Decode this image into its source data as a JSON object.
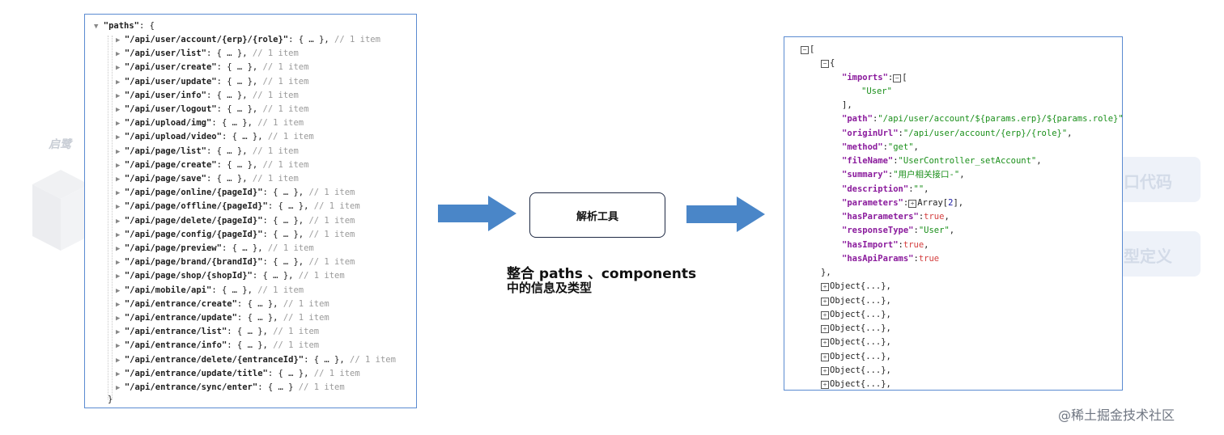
{
  "left_panel": {
    "root_key": "\"paths\"",
    "root_open": ": {",
    "close": "}",
    "items": [
      {
        "path": "\"/api/user/account/{erp}/{role}\"",
        "comment": "// 1 item"
      },
      {
        "path": "\"/api/user/list\"",
        "comment": "// 1 item"
      },
      {
        "path": "\"/api/user/create\"",
        "comment": "// 1 item"
      },
      {
        "path": "\"/api/user/update\"",
        "comment": "// 1 item"
      },
      {
        "path": "\"/api/user/info\"",
        "comment": "// 1 item"
      },
      {
        "path": "\"/api/user/logout\"",
        "comment": "// 1 item"
      },
      {
        "path": "\"/api/upload/img\"",
        "comment": "// 1 item"
      },
      {
        "path": "\"/api/upload/video\"",
        "comment": "// 1 item"
      },
      {
        "path": "\"/api/page/list\"",
        "comment": "// 1 item"
      },
      {
        "path": "\"/api/page/create\"",
        "comment": "// 1 item"
      },
      {
        "path": "\"/api/page/save\"",
        "comment": "// 1 item"
      },
      {
        "path": "\"/api/page/online/{pageId}\"",
        "comment": "// 1 item"
      },
      {
        "path": "\"/api/page/offline/{pageId}\"",
        "comment": "// 1 item"
      },
      {
        "path": "\"/api/page/delete/{pageId}\"",
        "comment": "// 1 item"
      },
      {
        "path": "\"/api/page/config/{pageId}\"",
        "comment": "// 1 item"
      },
      {
        "path": "\"/api/page/preview\"",
        "comment": "// 1 item"
      },
      {
        "path": "\"/api/page/brand/{brandId}\"",
        "comment": "// 1 item"
      },
      {
        "path": "\"/api/page/shop/{shopId}\"",
        "comment": "// 1 item"
      },
      {
        "path": "\"/api/mobile/api\"",
        "comment": "// 1 item"
      },
      {
        "path": "\"/api/entrance/create\"",
        "comment": "// 1 item"
      },
      {
        "path": "\"/api/entrance/update\"",
        "comment": "// 1 item"
      },
      {
        "path": "\"/api/entrance/list\"",
        "comment": "// 1 item"
      },
      {
        "path": "\"/api/entrance/info\"",
        "comment": "// 1 item"
      },
      {
        "path": "\"/api/entrance/delete/{entranceId}\"",
        "comment": "// 1 item"
      },
      {
        "path": "\"/api/entrance/update/title\"",
        "comment": "// 1 item"
      },
      {
        "path": "\"/api/entrance/sync/enter\"",
        "comment": "// 1 item",
        "last": true
      }
    ]
  },
  "tool": {
    "label": "解析工具",
    "caption_line1": "整合 paths 、components",
    "caption_line2": "中的信息及类型"
  },
  "right_panel": {
    "lines": [
      {
        "indent": 0,
        "segs": [
          [
            "tog",
            "−"
          ],
          [
            "p",
            "["
          ]
        ]
      },
      {
        "indent": 1,
        "segs": [
          [
            "tog",
            "−"
          ],
          [
            "p",
            "{"
          ]
        ]
      },
      {
        "indent": 2,
        "segs": [
          [
            "k",
            "\"imports\""
          ],
          [
            "p",
            ":"
          ],
          [
            "tog",
            "−"
          ],
          [
            "p",
            "["
          ]
        ]
      },
      {
        "indent": 3,
        "segs": [
          [
            "s",
            "\"User\""
          ]
        ]
      },
      {
        "indent": 2,
        "segs": [
          [
            "p",
            "],"
          ]
        ]
      },
      {
        "indent": 2,
        "segs": [
          [
            "k",
            "\"path\""
          ],
          [
            "p",
            ":"
          ],
          [
            "s",
            "\"/api/user/account/${params.erp}/${params.role}\""
          ],
          [
            "p",
            ","
          ]
        ]
      },
      {
        "indent": 2,
        "segs": [
          [
            "k",
            "\"originUrl\""
          ],
          [
            "p",
            ":"
          ],
          [
            "s",
            "\"/api/user/account/{erp}/{role}\""
          ],
          [
            "p",
            ","
          ]
        ]
      },
      {
        "indent": 2,
        "segs": [
          [
            "k",
            "\"method\""
          ],
          [
            "p",
            ":"
          ],
          [
            "s",
            "\"get\""
          ],
          [
            "p",
            ","
          ]
        ]
      },
      {
        "indent": 2,
        "segs": [
          [
            "k",
            "\"fileName\""
          ],
          [
            "p",
            ":"
          ],
          [
            "s",
            "\"UserController_setAccount\""
          ],
          [
            "p",
            ","
          ]
        ]
      },
      {
        "indent": 2,
        "segs": [
          [
            "k",
            "\"summary\""
          ],
          [
            "p",
            ":"
          ],
          [
            "s",
            "\"用户相关接口-\""
          ],
          [
            "p",
            ","
          ]
        ]
      },
      {
        "indent": 2,
        "segs": [
          [
            "k",
            "\"description\""
          ],
          [
            "p",
            ":"
          ],
          [
            "s",
            "\"\""
          ],
          [
            "p",
            ","
          ]
        ]
      },
      {
        "indent": 2,
        "segs": [
          [
            "k",
            "\"parameters\""
          ],
          [
            "p",
            ":"
          ],
          [
            "tog",
            "+"
          ],
          [
            "p",
            "Array["
          ],
          [
            "n",
            "2"
          ],
          [
            "p",
            "],"
          ]
        ]
      },
      {
        "indent": 2,
        "segs": [
          [
            "k",
            "\"hasParameters\""
          ],
          [
            "p",
            ":"
          ],
          [
            "b",
            "true"
          ],
          [
            "p",
            ","
          ]
        ]
      },
      {
        "indent": 2,
        "segs": [
          [
            "k",
            "\"responseType\""
          ],
          [
            "p",
            ":"
          ],
          [
            "s",
            "\"User\""
          ],
          [
            "p",
            ","
          ]
        ]
      },
      {
        "indent": 2,
        "segs": [
          [
            "k",
            "\"hasImport\""
          ],
          [
            "p",
            ":"
          ],
          [
            "b",
            "true"
          ],
          [
            "p",
            ","
          ]
        ]
      },
      {
        "indent": 2,
        "segs": [
          [
            "k",
            "\"hasApiParams\""
          ],
          [
            "p",
            ":"
          ],
          [
            "b",
            "true"
          ]
        ]
      },
      {
        "indent": 1,
        "segs": [
          [
            "p",
            "},"
          ]
        ]
      },
      {
        "indent": 1,
        "segs": [
          [
            "tog",
            "+"
          ],
          [
            "p",
            "Object{...},"
          ]
        ]
      },
      {
        "indent": 1,
        "segs": [
          [
            "tog",
            "+"
          ],
          [
            "p",
            "Object{...},"
          ]
        ]
      },
      {
        "indent": 1,
        "segs": [
          [
            "tog",
            "+"
          ],
          [
            "p",
            "Object{...},"
          ]
        ]
      },
      {
        "indent": 1,
        "segs": [
          [
            "tog",
            "+"
          ],
          [
            "p",
            "Object{...},"
          ]
        ]
      },
      {
        "indent": 1,
        "segs": [
          [
            "tog",
            "+"
          ],
          [
            "p",
            "Object{...},"
          ]
        ]
      },
      {
        "indent": 1,
        "segs": [
          [
            "tog",
            "+"
          ],
          [
            "p",
            "Object{...},"
          ]
        ]
      },
      {
        "indent": 1,
        "segs": [
          [
            "tog",
            "+"
          ],
          [
            "p",
            "Object{...},"
          ]
        ]
      },
      {
        "indent": 1,
        "segs": [
          [
            "tog",
            "+"
          ],
          [
            "p",
            "Object{...},"
          ]
        ]
      }
    ]
  },
  "background": {
    "logo_text": "启鹭",
    "btn1": "口代码",
    "btn2": "型定义"
  },
  "watermark": "@稀土掘金技术社区",
  "colors": {
    "panel_border": "#5b8bd1",
    "arrow": "#4a86c8",
    "key": "#8a1a9c",
    "string": "#1a8f1a",
    "bool": "#d43d3d"
  }
}
